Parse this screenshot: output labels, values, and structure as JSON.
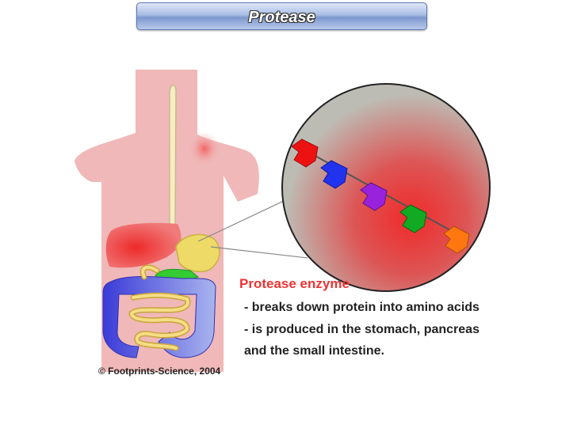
{
  "title": "Protease",
  "caption": {
    "heading": "Protease enzyme",
    "lines": [
      "- breaks down protein into amino acids",
      "- is produced in the stomach, pancreas",
      "and the small intestine."
    ]
  },
  "copyright": "© Footprints-Science, 2004",
  "colors": {
    "body": "#f0b8b8",
    "liver": "#e8403f",
    "stomach": "#eeda66",
    "pancreas": "#33cc33",
    "large_intestine": "#4a4adf",
    "small_intestine": "#f2cf6a",
    "esophagus": "#f6eec3",
    "zoom_circle_edge": "#bcbcb6",
    "zoom_circle_center": "#ee3030",
    "amino_acids": [
      "#ee1111",
      "#2233ee",
      "#9922dd",
      "#11aa22",
      "#ff7711"
    ]
  }
}
